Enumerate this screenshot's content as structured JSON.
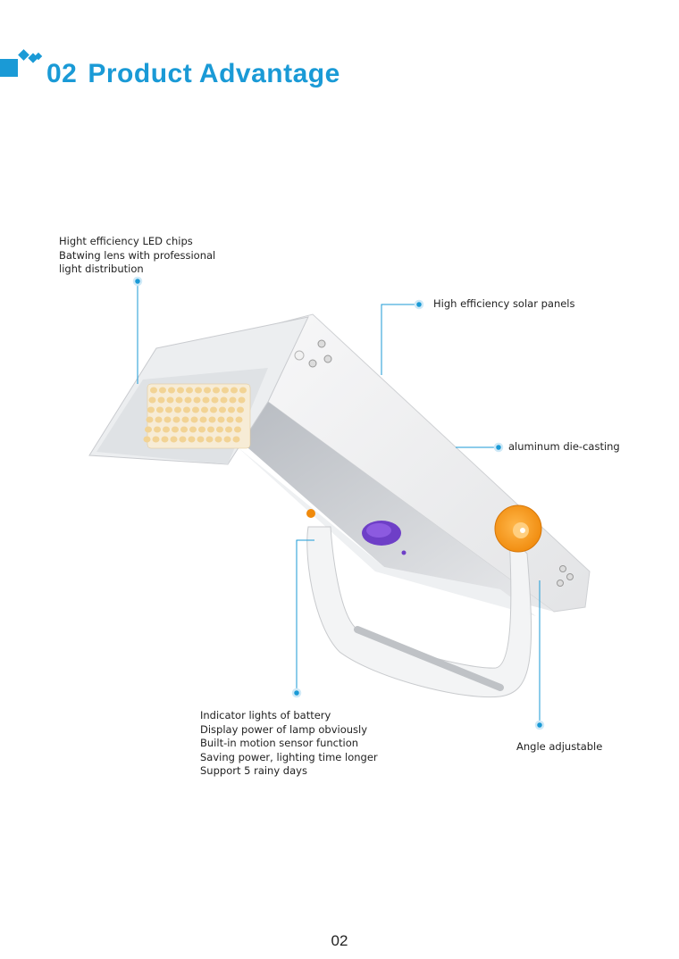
{
  "header": {
    "number": "02",
    "title": "Product Advantage",
    "accent_color": "#1a9ad6"
  },
  "callouts": {
    "led": [
      "Hight efficiency LED chips",
      "Batwing lens with professional",
      "light distribution"
    ],
    "solar": [
      "High efficiency solar panels"
    ],
    "aluminum": [
      "aluminum die-casting"
    ],
    "indicator": [
      "Indicator lights of battery",
      "Display power of lamp obviously",
      "Built-in motion sensor function",
      "Saving power, lighting time longer",
      "Support 5 rainy days"
    ],
    "angle": [
      "Angle adjustable"
    ]
  },
  "image": {
    "subject": "solar flood light product"
  },
  "footer": {
    "page_number": "02"
  }
}
